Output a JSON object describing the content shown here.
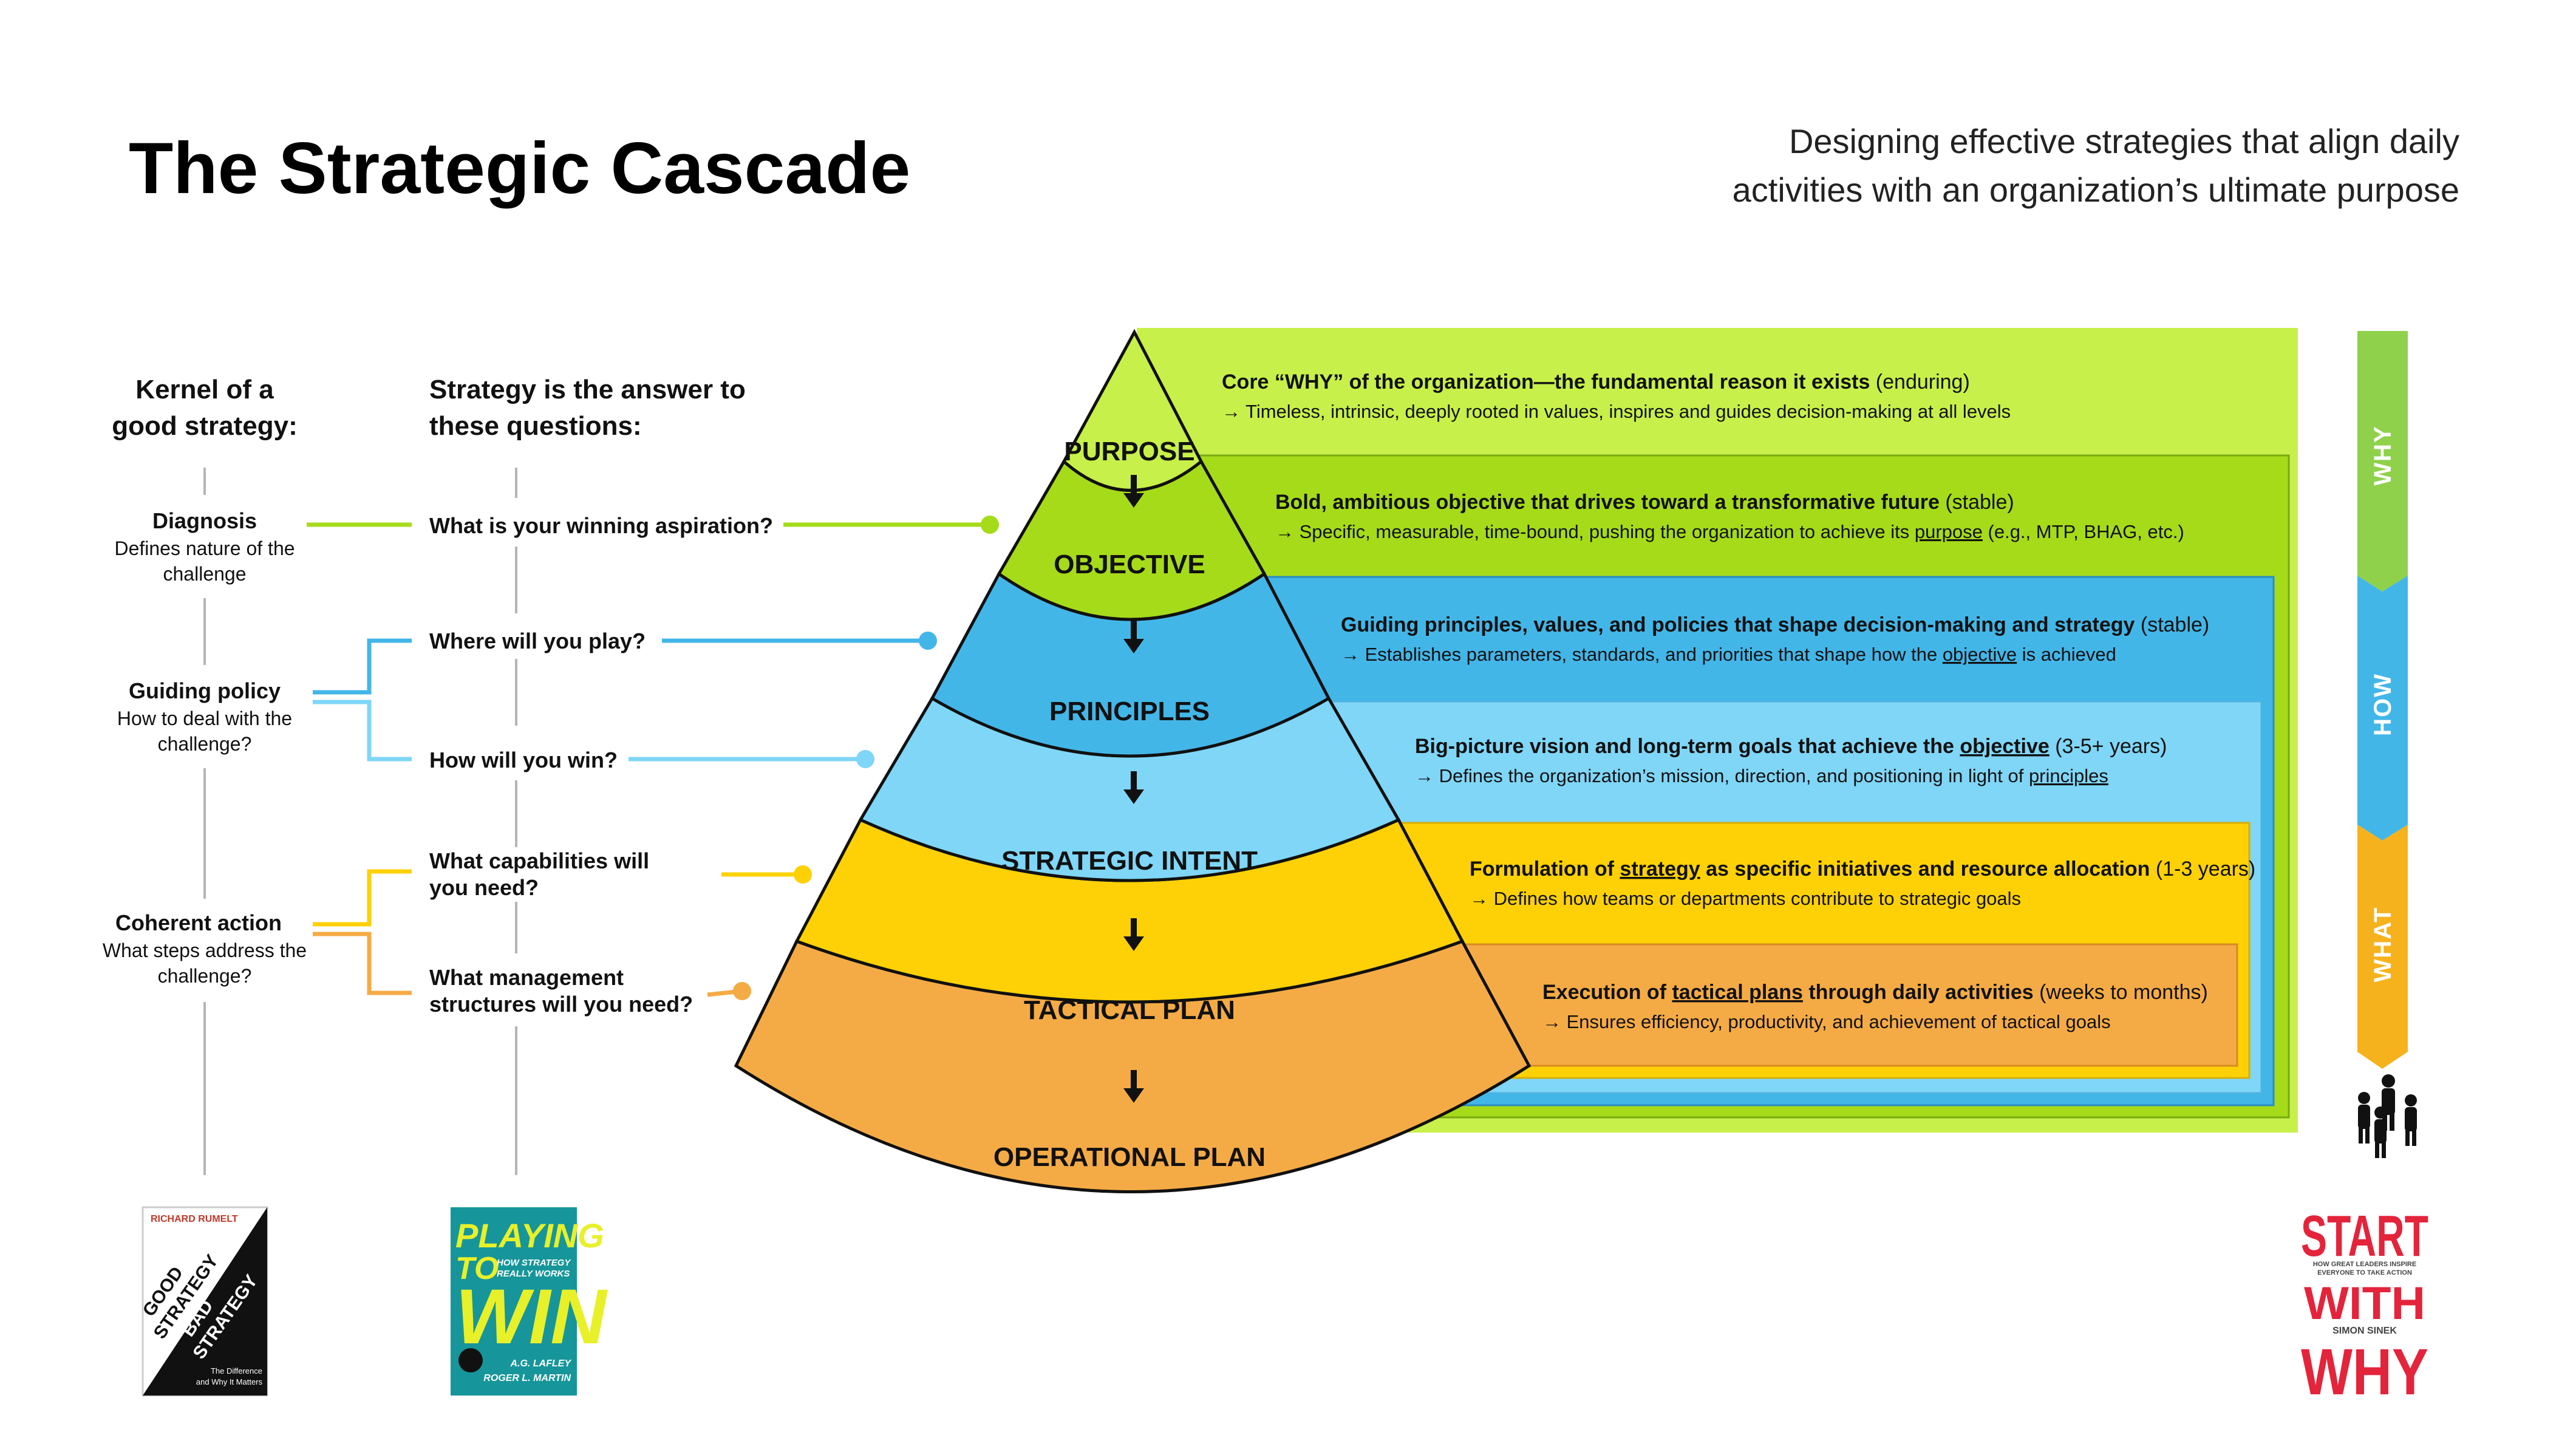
{
  "header": {
    "title": "The Strategic Cascade",
    "subtitle_line1": "Designing effective strategies that align daily",
    "subtitle_line2": "activities with an organization’s ultimate purpose"
  },
  "kernel": {
    "header_line1": "Kernel of a",
    "header_line2": "good strategy:",
    "items": [
      {
        "name": "Diagnosis",
        "desc1": "Defines nature of the",
        "desc2": "challenge"
      },
      {
        "name": "Guiding policy",
        "desc1": "How to deal with the",
        "desc2": "challenge?"
      },
      {
        "name": "Coherent action",
        "desc1": "What steps address the",
        "desc2": "challenge?"
      }
    ]
  },
  "questions": {
    "header_line1": "Strategy is the answer to",
    "header_line2": "these questions:",
    "items": [
      {
        "line1": "What is your winning aspiration?",
        "line2": ""
      },
      {
        "line1": "Where will you play?",
        "line2": ""
      },
      {
        "line1": "How will you win?",
        "line2": ""
      },
      {
        "line1": "What capabilities will",
        "line2": "you need?"
      },
      {
        "line1": "What management",
        "line2": "structures will you need?"
      }
    ]
  },
  "layers": [
    {
      "label": "PURPOSE",
      "color": "#c8f04a"
    },
    {
      "label": "OBJECTIVE",
      "color": "#a6db1a"
    },
    {
      "label": "PRINCIPLES",
      "color": "#43b6e8"
    },
    {
      "label": "STRATEGIC INTENT",
      "color": "#7fd6f7"
    },
    {
      "label": "TACTICAL PLAN",
      "color": "#fdd105"
    },
    {
      "label": "OPERATIONAL PLAN",
      "color": "#f5ab45"
    }
  ],
  "descriptions": [
    {
      "l1": [
        {
          "t": "Core “WHY” of the organization—the fundamental reason it exists",
          "s": "b"
        },
        {
          "t": " (enduring)",
          "s": ""
        }
      ],
      "l2": [
        {
          "t": "→ Timeless, intrinsic, deeply rooted in values, inspires and guides decision-making at all levels",
          "s": ""
        }
      ]
    },
    {
      "l1": [
        {
          "t": "Bold, ambitious objective that drives toward a transformative future",
          "s": "b"
        },
        {
          "t": " (stable)",
          "s": ""
        }
      ],
      "l2": [
        {
          "t": "→ Specific, measurable, time-bound, pushing the organization to achieve its ",
          "s": ""
        },
        {
          "t": "purpose",
          "s": "u"
        },
        {
          "t": " (e.g., MTP, BHAG, etc.)",
          "s": ""
        }
      ]
    },
    {
      "l1": [
        {
          "t": "Guiding principles, values, and policies that shape decision-making and strategy",
          "s": "b"
        },
        {
          "t": " (stable)",
          "s": ""
        }
      ],
      "l2": [
        {
          "t": "→ Establishes parameters, standards, and priorities that shape how the ",
          "s": ""
        },
        {
          "t": "objective",
          "s": "u"
        },
        {
          "t": " is achieved",
          "s": ""
        }
      ]
    },
    {
      "l1": [
        {
          "t": "Big-picture vision and long-term goals that achieve the ",
          "s": "b"
        },
        {
          "t": "objective",
          "s": "bu"
        },
        {
          "t": " (3-5+ years)",
          "s": ""
        }
      ],
      "l2": [
        {
          "t": "→ Defines the organization’s mission, direction, and positioning in light of ",
          "s": ""
        },
        {
          "t": "principles",
          "s": "u"
        }
      ]
    },
    {
      "l1": [
        {
          "t": "Formulation of ",
          "s": "b"
        },
        {
          "t": "strategy",
          "s": "bu"
        },
        {
          "t": " as specific initiatives and resource allocation",
          "s": "b"
        },
        {
          "t": " (1-3 years)",
          "s": ""
        }
      ],
      "l2": [
        {
          "t": "→ Defines how teams or departments contribute to strategic goals",
          "s": ""
        }
      ]
    },
    {
      "l1": [
        {
          "t": "Execution of ",
          "s": "b"
        },
        {
          "t": "tactical plans",
          "s": "bu"
        },
        {
          "t": " through daily activities",
          "s": "b"
        },
        {
          "t": " (weeks to months)",
          "s": ""
        }
      ],
      "l2": [
        {
          "t": "→ Ensures efficiency, productivity, and achievement of tactical goals",
          "s": ""
        }
      ]
    }
  ],
  "side_bar": [
    {
      "label": "WHY",
      "color": "#8fd14a"
    },
    {
      "label": "HOW",
      "color": "#43b6e8"
    },
    {
      "label": "WHAT",
      "color": "#f6b21c"
    }
  ],
  "books": {
    "rumelt": {
      "author": "RICHARD RUMELT",
      "t1": "GOOD",
      "t2": "STRATEGY",
      "t3": "BAD",
      "t4": "STRATEGY",
      "sub1": "The Difference",
      "sub2": "and Why It Matters"
    },
    "lafley": {
      "t1": "PLAYING",
      "t2": "TO",
      "t3": "WIN",
      "sub1": "HOW STRATEGY",
      "sub2": "REALLY WORKS",
      "author1": "A.G. LAFLEY",
      "author2": "ROGER L. MARTIN"
    },
    "sinek": {
      "t1": "START",
      "t2": "WITH",
      "t3": "WHY",
      "sub1": "HOW GREAT LEADERS INSPIRE",
      "sub2": "EVERYONE TO TAKE ACTION",
      "author": "SIMON SINEK"
    }
  }
}
